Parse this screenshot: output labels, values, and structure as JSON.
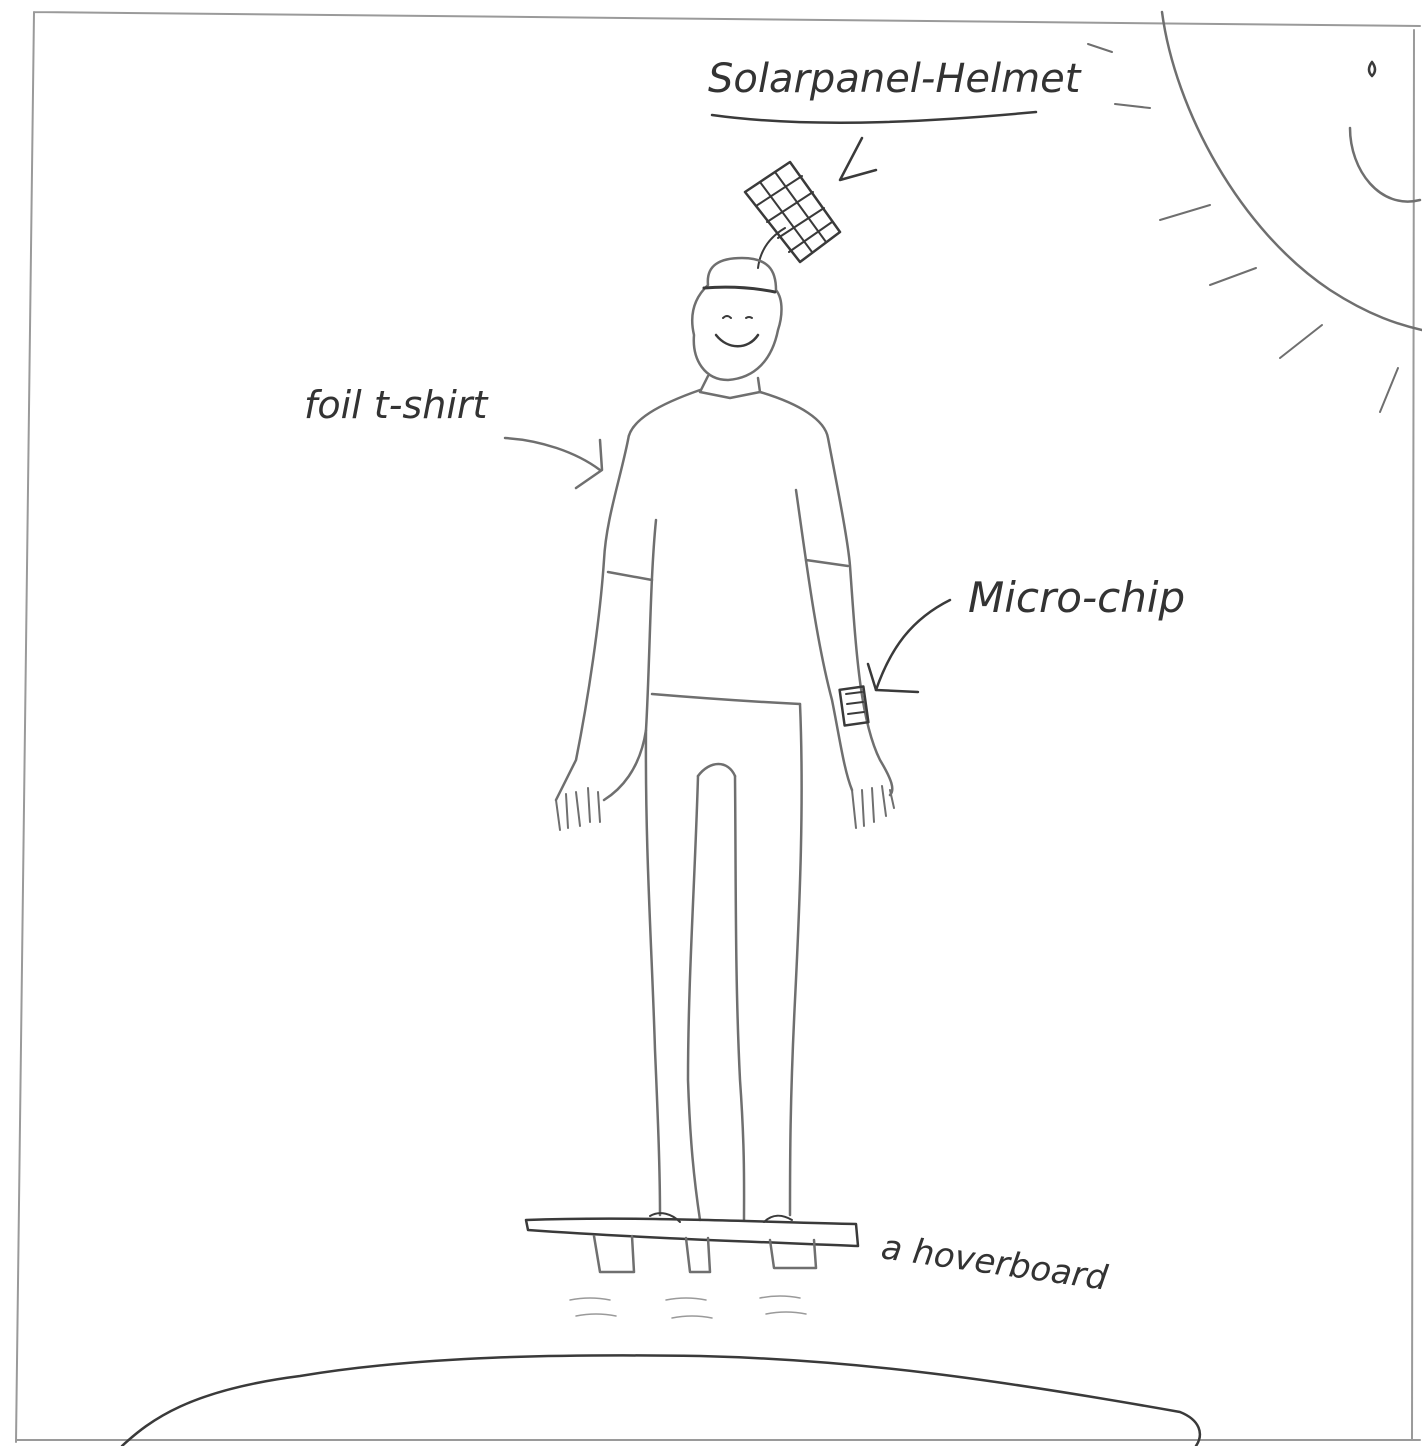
{
  "labels": {
    "solar_helmet": "Solarpanel-Helmet",
    "foil_tshirt": "foil t-shirt",
    "microchip": "Micro-chip",
    "hoverboard": "a hoverboard"
  },
  "colors": {
    "ink": "#3a3a3a",
    "pencil": "#6f6f6f",
    "paper": "#ffffff"
  }
}
